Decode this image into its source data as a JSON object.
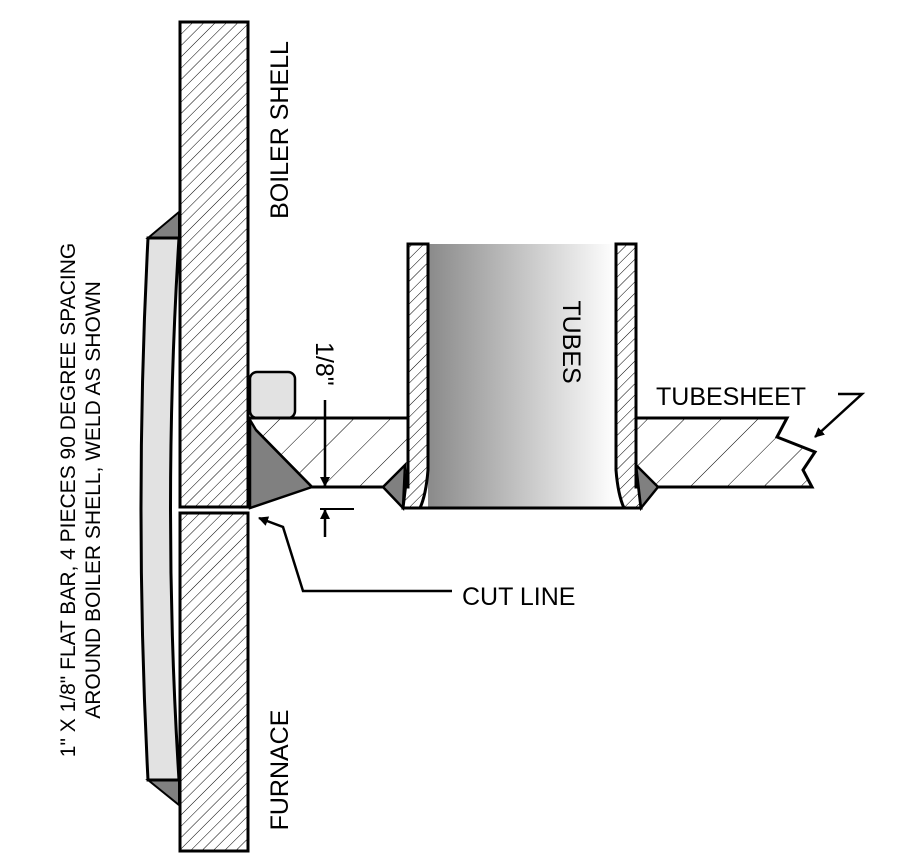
{
  "labels": {
    "boiler_shell": "BOILER SHELL",
    "furnace": "FURNACE",
    "tubes": "TUBES",
    "tubesheet": "TUBESHEET",
    "cut_line": "CUT LINE",
    "dimension": "1/8\"",
    "note_line1": "1\" X 1/8\" FLAT BAR, 4 PIECES 90 DEGREE SPACING",
    "note_line2": "AROUND BOILER SHELL, WELD AS SHOWN"
  },
  "colors": {
    "weld": "#808080",
    "flat_bar": "#e2e2e2",
    "outline": "#000000"
  }
}
